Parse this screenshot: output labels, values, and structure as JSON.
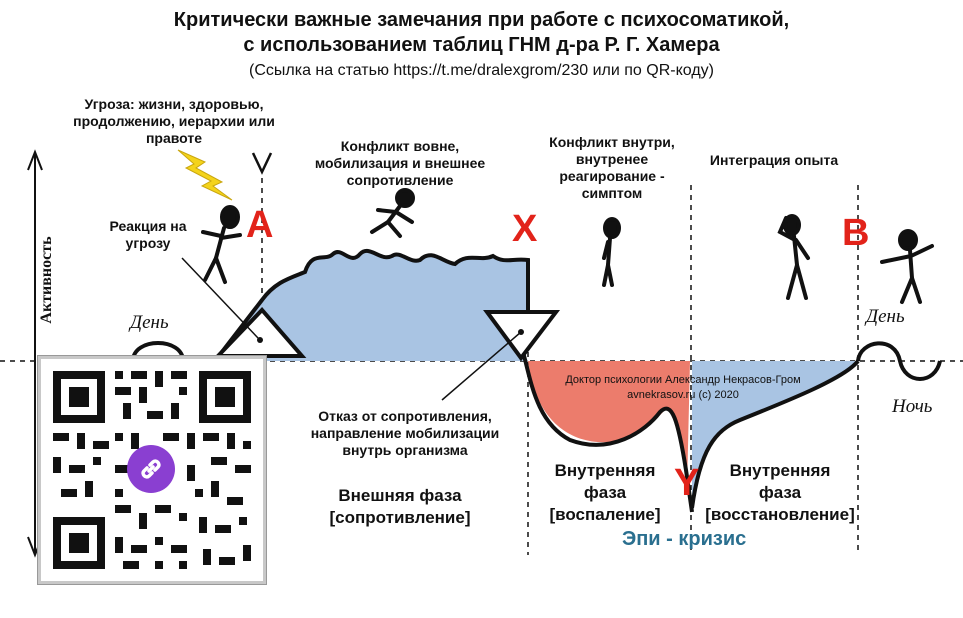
{
  "header": {
    "title_line1": "Критически важные замечания при работе с психосоматикой,",
    "title_line2": "с использованием таблиц ГНМ д-ра Р. Г. Хамера",
    "subtitle": "(Ссылка на статью https://t.me/dralexgrom/230 или по QR-коду)"
  },
  "axis": {
    "label": "Активность"
  },
  "labels": {
    "threat": "Угроза: жизни, здоровью, продолжению, иерархии или правоте",
    "reaction": "Реакция на угрозу",
    "external_conflict": "Конфликт вовне, мобилизация и внешнее сопротивление",
    "internal_conflict": "Конфликт внутри, внутренее реагирование - симптом",
    "integration": "Интеграция опыта",
    "refusal": "Отказ от сопротивления, направление мобилизации внутрь организма",
    "day_left": "День",
    "day_right": "День",
    "night": "Ночь",
    "epi_crisis": "Эпи - кризис"
  },
  "markers": {
    "a": "A",
    "x": "X",
    "b": "B",
    "y": "Y"
  },
  "phases": {
    "external_title": "Внешняя фаза",
    "external_sub": "[сопротивление]",
    "inner_inflammation_title": "Внутренняя фаза",
    "inner_inflammation_sub": "[воспаление]",
    "inner_recovery_title": "Внутренняя фаза",
    "inner_recovery_sub": "[восстановление]"
  },
  "credit": {
    "line1": "Доктор психологии Александр Некрасов-Гром",
    "line2": "avnekrasov.ru (c) 2020"
  },
  "colors": {
    "external_fill": "#a9c4e3",
    "inflammation_fill": "#ec7c6c",
    "recovery_fill": "#a9c4e3",
    "marker_red": "#e2231a",
    "lightning": "#f4d31b",
    "qr_badge": "#8a3fd1",
    "epi_text": "#2a6f8f"
  },
  "icons": {
    "lightning": "lightning-icon",
    "qr": "qr-code",
    "link": "link-icon"
  }
}
